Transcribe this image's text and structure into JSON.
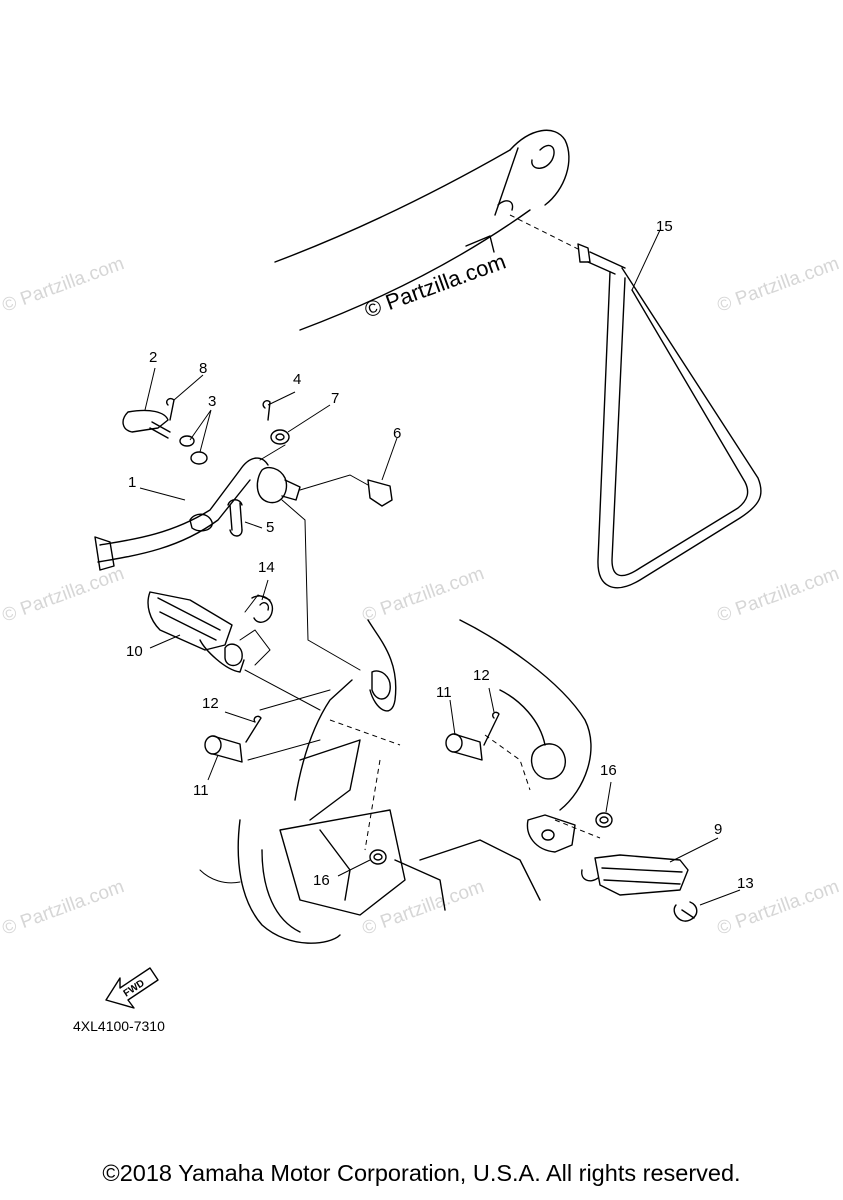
{
  "watermark": {
    "main": "© Partzilla.com",
    "faint": "© Partzilla.com"
  },
  "callouts": {
    "c1": "1",
    "c2": "2",
    "c3": "3",
    "c4": "4",
    "c5": "5",
    "c6": "6",
    "c7": "7",
    "c8": "8",
    "c9": "9",
    "c10": "10",
    "c11a": "11",
    "c11b": "11",
    "c12a": "12",
    "c12b": "12",
    "c13": "13",
    "c14": "14",
    "c15": "15",
    "c16a": "16",
    "c16b": "16"
  },
  "fwd_arrow_label": "FWD",
  "diagram_code": "4XL4100-7310",
  "copyright": "©2018 Yamaha Motor Corporation, U.S.A. All rights reserved.",
  "colors": {
    "line": "#000000",
    "watermark": "#d6d6d6",
    "background": "#ffffff"
  }
}
